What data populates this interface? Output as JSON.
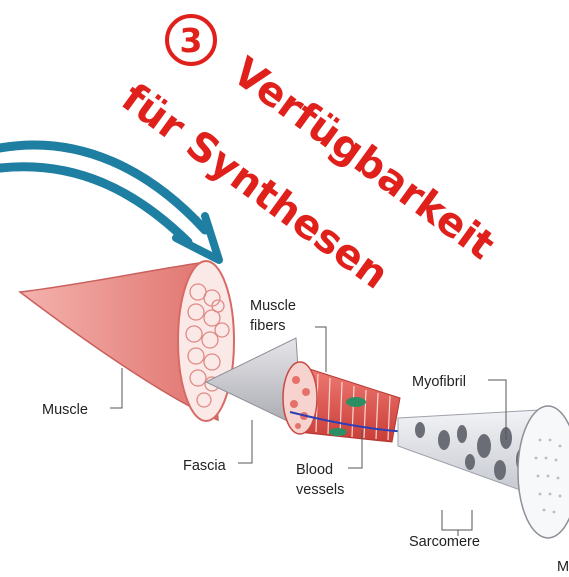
{
  "annotation": {
    "number": "3",
    "line1": "Verfügbarkeit",
    "line2": "für Synthesen",
    "color": "#e0201b"
  },
  "arrow": {
    "color": "#1f7fa3"
  },
  "diagram": {
    "labels": {
      "muscle": "Muscle",
      "fascia": "Fascia",
      "muscle_fibers_1": "Muscle",
      "muscle_fibers_2": "fibers",
      "blood_vessels_1": "Blood",
      "blood_vessels_2": "vessels",
      "myofibril": "Myofibril",
      "sarcomere": "Sarcomere",
      "cut_label": "M"
    },
    "colors": {
      "muscle": "#ee8f8a",
      "fiber": "#e2514a",
      "fascia": "#c9c9cf",
      "myofibril": "#e3e5ea"
    }
  }
}
